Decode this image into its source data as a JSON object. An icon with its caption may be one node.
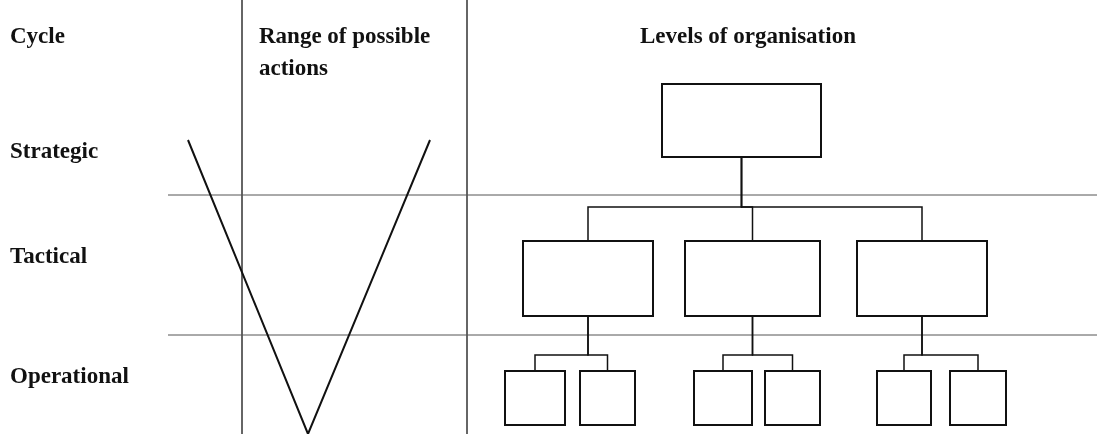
{
  "diagram": {
    "nodes": [
      {
        "text": [],
        "shape": "box"
      },
      {
        "text": [],
        "shape": "box"
      },
      {
        "text": [],
        "shape": "box"
      },
      {
        "text": [],
        "shape": "box"
      },
      {
        "text": [],
        "shape": "box"
      },
      {
        "text": [],
        "shape": "box"
      },
      {
        "text": [],
        "shape": "box"
      },
      {
        "text": [],
        "shape": "box"
      },
      {
        "text": [],
        "shape": "box"
      },
      {
        "text": [],
        "shape": "box"
      }
    ],
    "edges": [
      {
        "from": 0,
        "to": 1,
        "arrow": "none"
      },
      {
        "from": 0,
        "to": 2,
        "arrow": "none"
      },
      {
        "from": 0,
        "to": 3,
        "arrow": "none"
      },
      {
        "from": 1,
        "to": 4,
        "arrow": "none"
      },
      {
        "from": 1,
        "to": 5,
        "arrow": "none"
      },
      {
        "from": 2,
        "to": 6,
        "arrow": "none"
      },
      {
        "from": 2,
        "to": 7,
        "arrow": "none"
      },
      {
        "from": 3,
        "to": 8,
        "arrow": "none"
      },
      {
        "from": 3,
        "to": 9,
        "arrow": "none"
      }
    ],
    "labels": [
      "Cycle",
      "Range of possible actions",
      "Levels of organisation",
      "Strategic",
      "Tactical",
      "Operational"
    ]
  }
}
